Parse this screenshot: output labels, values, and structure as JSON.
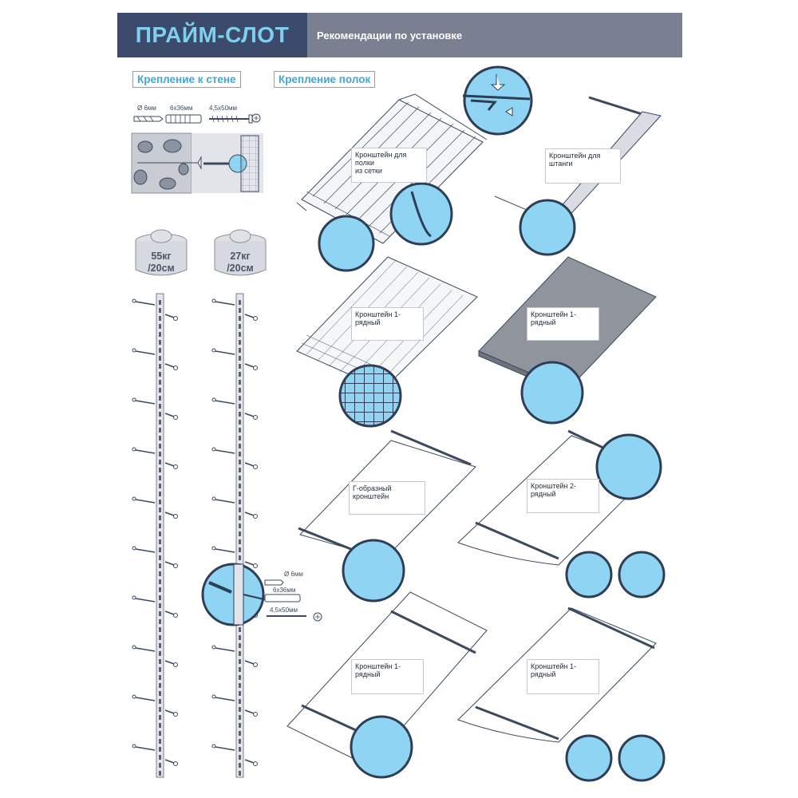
{
  "header": {
    "brand": "ПРАЙМ-СЛОТ",
    "subtitle": "Рекомендации по установке"
  },
  "sections": {
    "wall": "Крепление к стене",
    "shelves": "Крепление полок"
  },
  "hardware": {
    "drill": "Ø 6мм",
    "dowel": "6х36мм",
    "screw": "4,5х50мм"
  },
  "weights": [
    {
      "load": "55кг",
      "span": "/20см"
    },
    {
      "load": "27кг",
      "span": "/20см"
    }
  ],
  "callouts": {
    "mesh_line1": "Кронштейн для полки",
    "mesh_line2": "из сетки",
    "rod": "Кронштейн для штанги",
    "basket": "Кронштейн 1-рядный",
    "metal": "Кронштейн 1-рядный",
    "lshape": "Г-образный кронштейн",
    "two_row": "Кронштейн 2-рядный",
    "wood1": "Кронштейн 1-рядный",
    "wood2": "Кронштейн 1-рядный"
  },
  "colors": {
    "header": "#7a7f92",
    "brand_bg": "#3c4a6c",
    "brand_text": "#7fd0ef",
    "accent": "#3fa7d6",
    "zoom_fill": "#8fd4f2"
  }
}
